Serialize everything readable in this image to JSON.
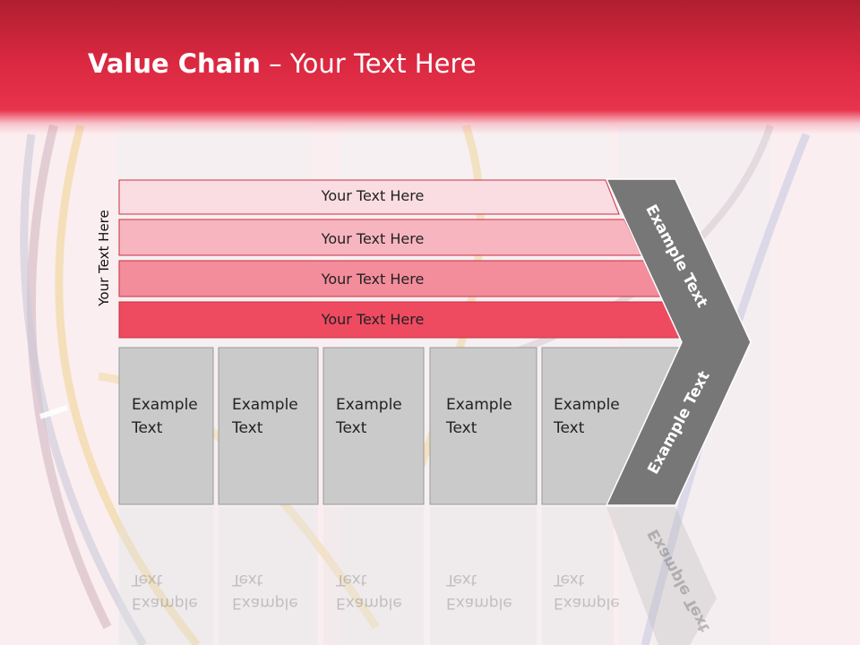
{
  "slide": {
    "title_bold": "Value Chain",
    "title_rest": " – Your Text Here",
    "side_label": "Your Text Here"
  },
  "bars": [
    {
      "label": "Your Text Here",
      "color": "#fadde2"
    },
    {
      "label": "Your Text Here",
      "color": "#f7b5c0"
    },
    {
      "label": "Your Text Here",
      "color": "#f38c9b"
    },
    {
      "label": "Your Text Here",
      "color": "#ee4b60"
    }
  ],
  "boxes": [
    {
      "line1": "Example",
      "line2": "Text"
    },
    {
      "line1": "Example",
      "line2": "Text"
    },
    {
      "line1": "Example",
      "line2": "Text"
    },
    {
      "line1": "Example",
      "line2": "Text"
    },
    {
      "line1": "Example",
      "line2": "Text"
    }
  ],
  "chevron": {
    "upper_label": "Example Text",
    "lower_label": "Example Text",
    "color": "#777777"
  },
  "colors": {
    "header": "#e02b43",
    "box": "#cacaca"
  }
}
